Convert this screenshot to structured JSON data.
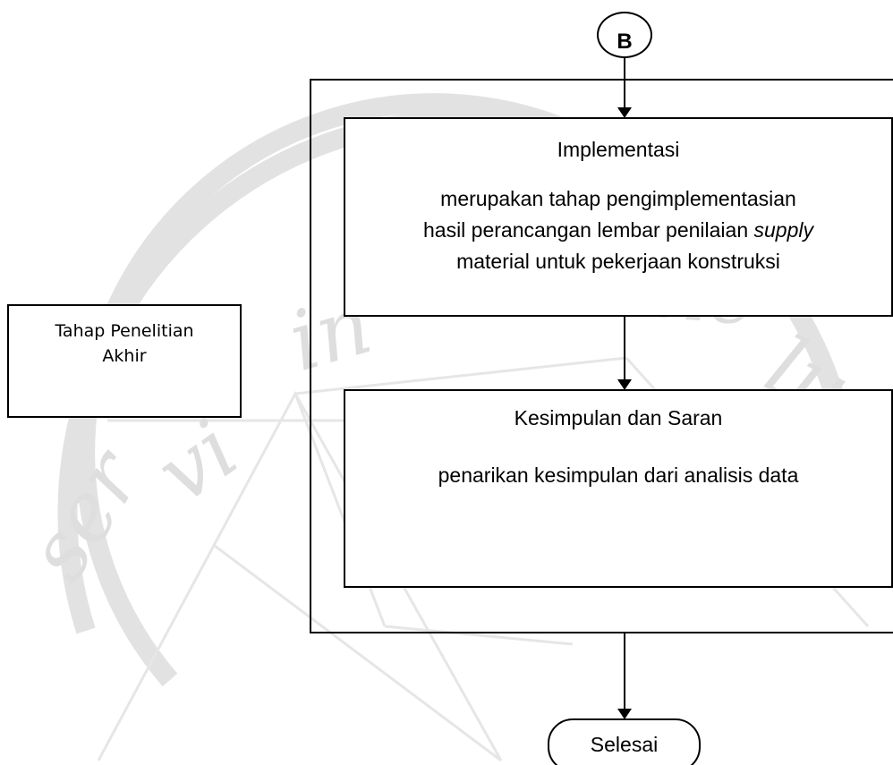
{
  "watermark": {
    "text": "servie in lumine",
    "color": "#dedede"
  },
  "connector": {
    "label": "B"
  },
  "stage_label": {
    "line1": "Tahap Penelitian",
    "line2": "Akhir"
  },
  "implementasi": {
    "title": "Implementasi",
    "line1": "merupakan tahap pengimplementasian",
    "line2_before": "hasil perancangan lembar penilaian ",
    "line2_italic": "supply",
    "line3": "material untuk pekerjaan konstruksi"
  },
  "kesimpulan": {
    "title": "Kesimpulan dan Saran",
    "description": "penarikan kesimpulan dari analisis data"
  },
  "terminator": {
    "label": "Selesai"
  },
  "colors": {
    "line": "#000000",
    "background": "#ffffff"
  }
}
